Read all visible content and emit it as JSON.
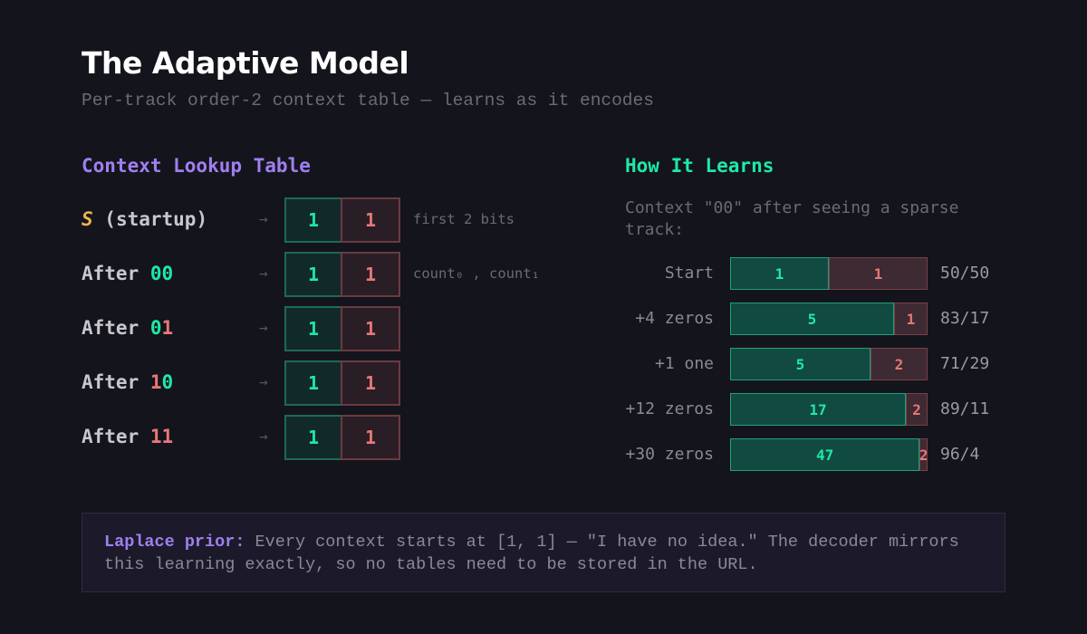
{
  "title": "The Adaptive Model",
  "subtitle": "Per-track order-2 context table — learns as it encodes",
  "left": {
    "heading": "Context Lookup Table",
    "arrow": "→",
    "rows": [
      {
        "prefix": "S",
        "label": " (startup)",
        "ctx": "",
        "count0": "1",
        "count1": "1",
        "note": "first 2 bits"
      },
      {
        "prefix": "",
        "label": "After ",
        "ctx": "00",
        "ctxColor": "green",
        "count0": "1",
        "count1": "1",
        "note": "count₀ , count₁"
      },
      {
        "prefix": "",
        "label": "After ",
        "ctx": "01",
        "ctxColor": "mixed",
        "count0": "1",
        "count1": "1",
        "note": ""
      },
      {
        "prefix": "",
        "label": "After ",
        "ctx": "10",
        "ctxColor": "mixed",
        "count0": "1",
        "count1": "1",
        "note": ""
      },
      {
        "prefix": "",
        "label": "After ",
        "ctx": "11",
        "ctxColor": "red",
        "count0": "1",
        "count1": "1",
        "note": ""
      }
    ]
  },
  "right": {
    "heading": "How It Learns",
    "description": "Context \"00\" after seeing a sparse track:",
    "rows": [
      {
        "label": "Start",
        "count0": "1",
        "count1": "1",
        "ratio": "50/50",
        "p0": 50
      },
      {
        "label": "+4 zeros",
        "count0": "5",
        "count1": "1",
        "ratio": "83/17",
        "p0": 83
      },
      {
        "label": "+1 one",
        "count0": "5",
        "count1": "2",
        "ratio": "71/29",
        "p0": 71
      },
      {
        "label": "+12 zeros",
        "count0": "17",
        "count1": "2",
        "ratio": "89/11",
        "p0": 89
      },
      {
        "label": "+30 zeros",
        "count0": "47",
        "count1": "2",
        "ratio": "96/4",
        "p0": 96
      }
    ]
  },
  "footer": {
    "label": "Laplace prior:",
    "text": " Every context starts at [1, 1] — \"I have no idea.\" The decoder mirrors this learning exactly, so no tables need to be stored in the URL."
  },
  "colors": {
    "zero": "#1de9a6",
    "one": "#e87878",
    "accent": "#a07ff0",
    "startup": "#e8b84a",
    "background": "#14141c"
  }
}
